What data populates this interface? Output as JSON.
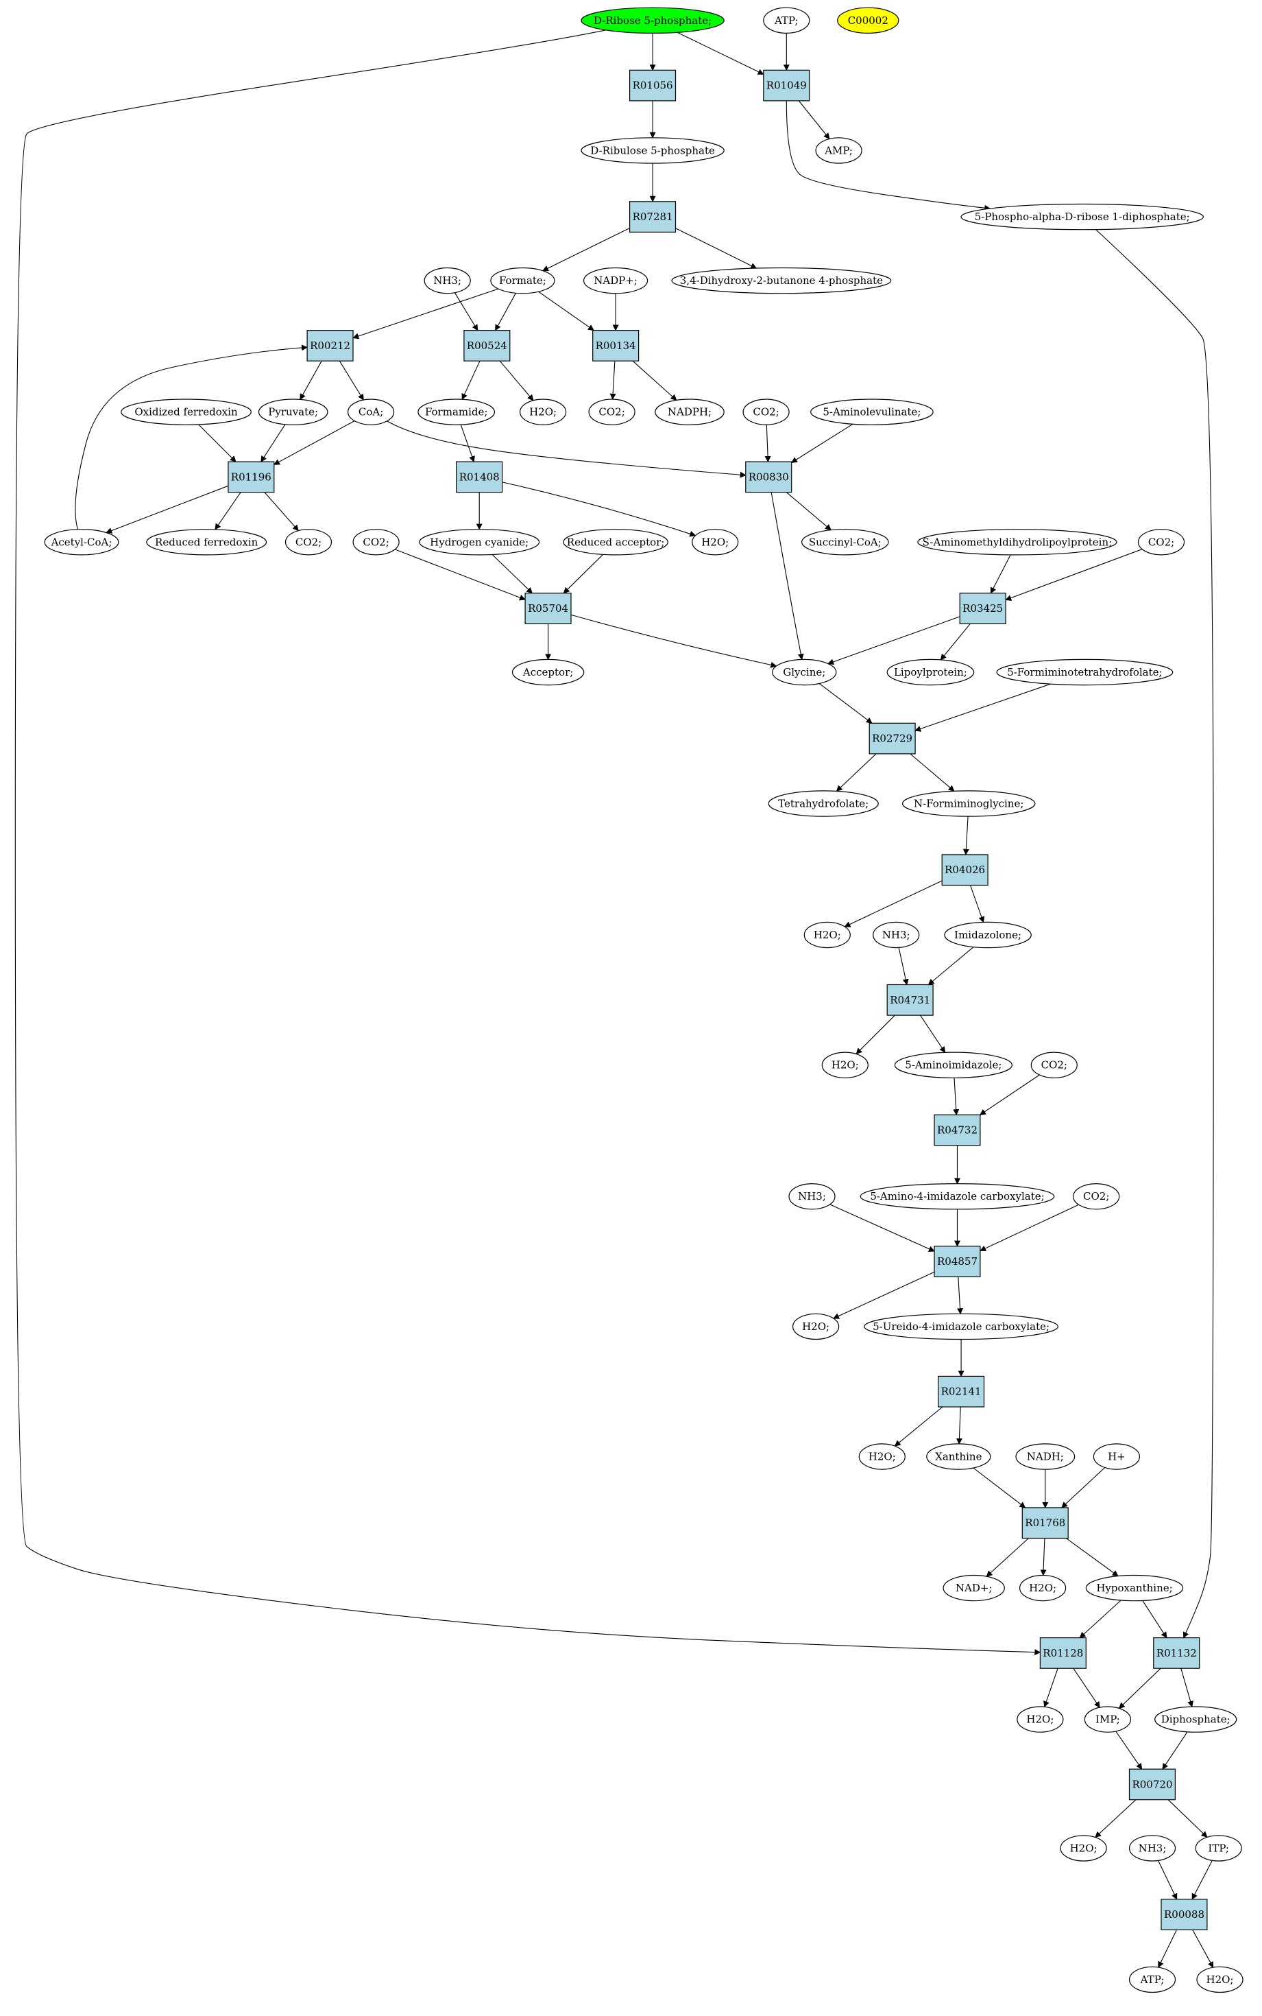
{
  "colors": {
    "reaction": "#add8e6",
    "source": "#00ff00",
    "highlight": "#ffff00",
    "stroke": "#000000",
    "background": "#ffffff"
  },
  "nodes": {
    "rib5p": "D-Ribose 5-phosphate;",
    "atp_top": "ATP;",
    "c00002": "C00002",
    "R01056": "R01056",
    "R01049": "R01049",
    "ribu5p": "D-Ribulose 5-phosphate",
    "amp": "AMP;",
    "prpp": "5-Phospho-alpha-D-ribose 1-diphosphate;",
    "R07281": "R07281",
    "formate": "Formate;",
    "dhbp": "3,4-Dihydroxy-2-butanone 4-phosphate",
    "nh3_a": "NH3;",
    "nadp": "NADP+;",
    "R00212": "R00212",
    "R00524": "R00524",
    "R00134": "R00134",
    "oxfd": "Oxidized ferredoxin",
    "pyruvate": "Pyruvate;",
    "coa": "CoA;",
    "formamide": "Formamide;",
    "h2o_a": "H2O;",
    "co2_a": "CO2;",
    "nadph": "NADPH;",
    "co2_b": "CO2;",
    "ala": "5-Aminolevulinate;",
    "R01196": "R01196",
    "R01408": "R01408",
    "R00830": "R00830",
    "acetylcoa": "Acetyl-CoA;",
    "redfd": "Reduced ferredoxin",
    "co2_c": "CO2;",
    "co2_d": "CO2;",
    "hcn": "Hydrogen cyanide;",
    "redacc": "Reduced acceptor;",
    "h2o_b": "H2O;",
    "succoa": "Succinyl-CoA;",
    "samdlp": "S-Aminomethyldihydrolipoylprotein;",
    "co2_e": "CO2;",
    "R05704": "R05704",
    "R03425": "R03425",
    "acceptor": "Acceptor;",
    "glycine": "Glycine;",
    "lipoyl": "Lipoylprotein;",
    "fthf": "5-Formiminotetrahydrofolate;",
    "R02729": "R02729",
    "thf": "Tetrahydrofolate;",
    "nfg": "N-Formiminoglycine;",
    "R04026": "R04026",
    "h2o_c": "H2O;",
    "nh3_b": "NH3;",
    "imidazolone": "Imidazolone;",
    "R04731": "R04731",
    "h2o_d": "H2O;",
    "aminoimid": "5-Aminoimidazole;",
    "co2_f": "CO2;",
    "R04732": "R04732",
    "nh3_c": "NH3;",
    "aic": "5-Amino-4-imidazole carboxylate;",
    "co2_g": "CO2;",
    "R04857": "R04857",
    "h2o_e": "H2O;",
    "uic": "5-Ureido-4-imidazole carboxylate;",
    "R02141": "R02141",
    "h2o_f": "H2O;",
    "xanthine": "Xanthine",
    "nadh": "NADH;",
    "hplus": "H+",
    "R01768": "R01768",
    "nad": "NAD+;",
    "h2o_g": "H2O;",
    "hypox": "Hypoxanthine;",
    "R01128": "R01128",
    "R01132": "R01132",
    "h2o_h": "H2O;",
    "imp": "IMP;",
    "dp": "Diphosphate;",
    "R00720": "R00720",
    "h2o_i": "H2O;",
    "nh3_d": "NH3;",
    "itp": "ITP;",
    "R00088": "R00088",
    "atp_bot": "ATP;",
    "h2o_j": "H2O;"
  }
}
